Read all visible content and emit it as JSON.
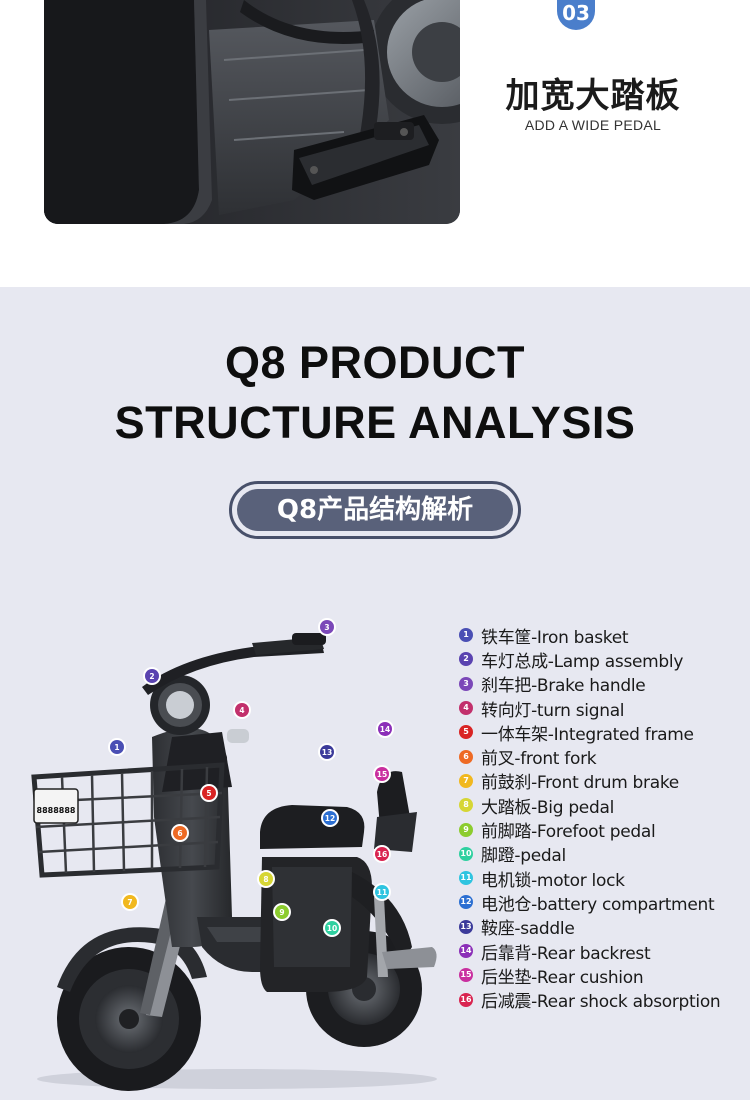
{
  "feature": {
    "number": "03",
    "title": "加宽大踏板",
    "subtitle": "ADD A WIDE PEDAL"
  },
  "structure": {
    "heading_line1": "Q8 PRODUCT",
    "heading_line2": "STRUCTURE ANALYSIS",
    "pill_label": "Q8产品结构解析",
    "plate_text": "8888888",
    "parts": [
      {
        "num": "1",
        "label": "铁车筐-Iron basket",
        "color": "#4a4fb4"
      },
      {
        "num": "2",
        "label": "车灯总成-Lamp assembly",
        "color": "#5a43b0"
      },
      {
        "num": "3",
        "label": "刹车把-Brake handle",
        "color": "#7b48b8"
      },
      {
        "num": "4",
        "label": "转向灯-turn signal",
        "color": "#c2306c"
      },
      {
        "num": "5",
        "label": "一体车架-Integrated frame",
        "color": "#d92424"
      },
      {
        "num": "6",
        "label": "前叉-front fork",
        "color": "#ee6a24"
      },
      {
        "num": "7",
        "label": "前鼓刹-Front drum brake",
        "color": "#f1b81f"
      },
      {
        "num": "8",
        "label": "大踏板-Big pedal",
        "color": "#d6d635"
      },
      {
        "num": "9",
        "label": "前脚踏-Forefoot pedal",
        "color": "#8ccc2e"
      },
      {
        "num": "10",
        "label": "脚蹬-pedal",
        "color": "#2fd0a0"
      },
      {
        "num": "11",
        "label": "电机锁-motor lock",
        "color": "#2fc4e0"
      },
      {
        "num": "12",
        "label": "电池仓-battery compartment",
        "color": "#2c6fd2"
      },
      {
        "num": "13",
        "label": "鞍座-saddle",
        "color": "#3b3a9a"
      },
      {
        "num": "14",
        "label": "后靠背-Rear backrest",
        "color": "#8b2fb8"
      },
      {
        "num": "15",
        "label": "后坐垫-Rear cushion",
        "color": "#c92f9f"
      },
      {
        "num": "16",
        "label": "后减震-Rear shock absorption",
        "color": "#d92450"
      }
    ]
  }
}
